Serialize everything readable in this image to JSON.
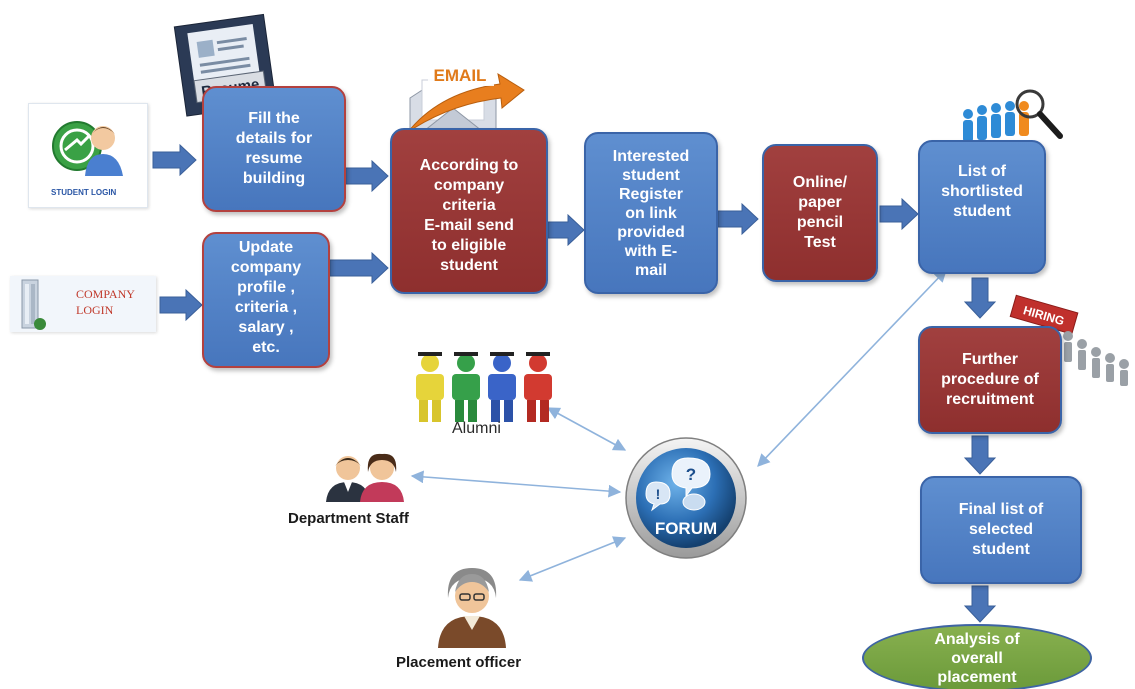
{
  "icons": {
    "student_login_label": "STUDENT LOGIN",
    "company_login_line1": "COMPANY",
    "company_login_line2": "LOGIN",
    "resume_label": "Resume",
    "email_label": "EMAIL",
    "hiring_label": "HIRING",
    "forum_label": "FORUM"
  },
  "steps": {
    "resume": [
      "Fill the",
      "details for",
      "resume",
      "building"
    ],
    "company_profile": [
      "Update",
      "company",
      "profile ,",
      "criteria ,",
      "salary ,",
      "etc."
    ],
    "email_send": [
      "According to",
      "company",
      "criteria",
      "E-mail  send",
      "to eligible",
      "student"
    ],
    "register": [
      "Interested",
      "student",
      "Register",
      "on link",
      "provided",
      "with E-",
      "mail"
    ],
    "test": [
      "Online/",
      "paper",
      "pencil",
      "Test"
    ],
    "shortlist": [
      "List of",
      "shortlisted",
      "student"
    ],
    "further": [
      "Further",
      "procedure of",
      "recruitment"
    ],
    "final": [
      "Final list of",
      "selected",
      "student"
    ],
    "analysis": [
      "Analysis of",
      "overall",
      "placement"
    ]
  },
  "forum_members": {
    "alumni": "Alumni",
    "department_staff": "Department Staff",
    "placement_officer": "Placement officer"
  },
  "colors": {
    "process_blue": "#4f7fc5",
    "process_red": "#8f2f2e",
    "arrow_blue": "#4a74b6",
    "oval_green": "#78a444",
    "link_blue": "#8fb3dc"
  }
}
